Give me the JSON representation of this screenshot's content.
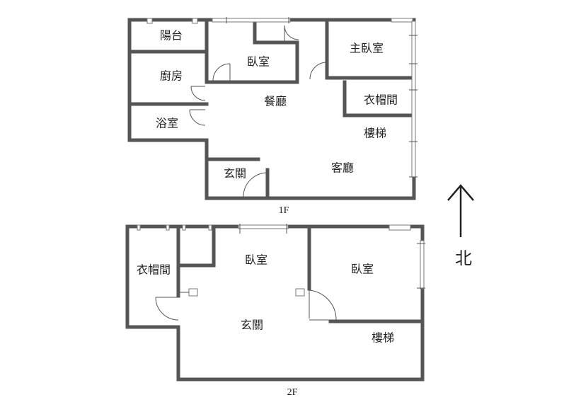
{
  "floor1": {
    "label": "1F",
    "rooms": {
      "balcony": "陽台",
      "kitchen": "廚房",
      "bathroom": "浴室",
      "bedroom": "臥室",
      "master_bedroom": "主臥室",
      "dining": "餐廳",
      "walkin_closet": "衣帽間",
      "stairs": "樓梯",
      "foyer": "玄關",
      "living": "客廳"
    }
  },
  "floor2": {
    "label": "2F",
    "rooms": {
      "walkin_closet": "衣帽間",
      "bedroom_a": "臥室",
      "bedroom_b": "臥室",
      "foyer": "玄關",
      "stairs": "樓梯"
    }
  },
  "north_label": "北"
}
